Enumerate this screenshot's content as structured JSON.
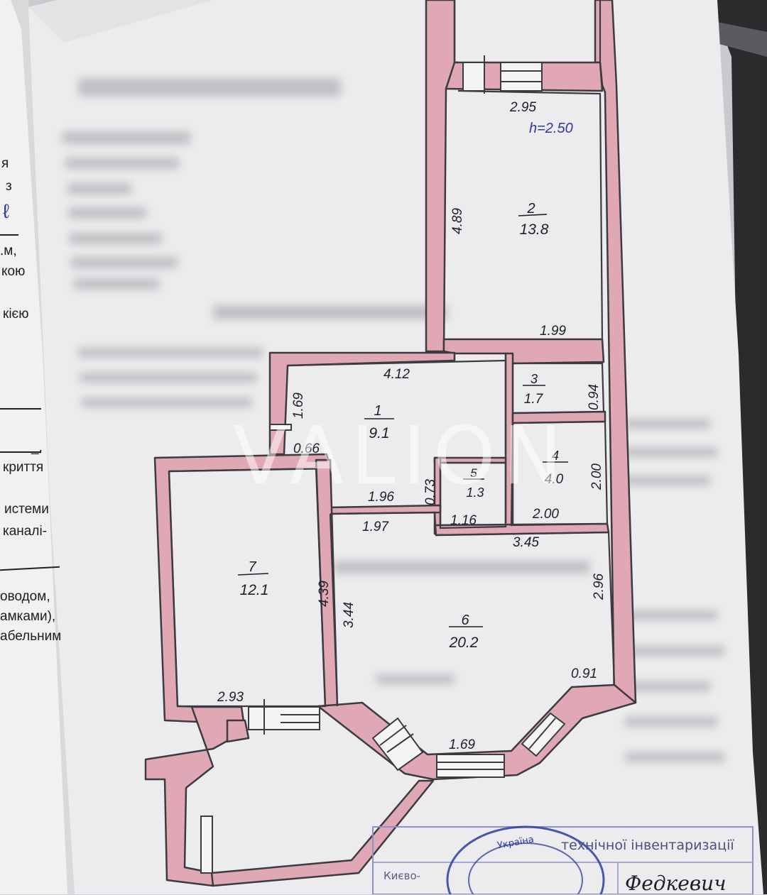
{
  "document": {
    "height_note": "h=2.50",
    "watermark": "VALION"
  },
  "rooms": [
    {
      "id": "1",
      "area": "9.1"
    },
    {
      "id": "2",
      "area": "13.8"
    },
    {
      "id": "3",
      "area": "1.7"
    },
    {
      "id": "4",
      "area": "4.0"
    },
    {
      "id": "5",
      "area": "1.3"
    },
    {
      "id": "6",
      "area": "20.2"
    },
    {
      "id": "7",
      "area": "12.1"
    }
  ],
  "dimensions": {
    "top_width": "2.95",
    "room2_height": "4.89",
    "room2_bottom": "1.99",
    "room1_top": "4.12",
    "room1_left": "1.69",
    "room1_notch": "0.66",
    "room1_bottom": "1.96",
    "room5_left": "0.73",
    "room5_bottom": "1.16",
    "room3_right": "0.94",
    "room4_right": "2.00",
    "room4_bottom": "2.00",
    "room6_top_left": "1.97",
    "room6_top_right": "3.45",
    "room6_left": "3.44",
    "room6_right": "2.96",
    "room6_corner": "0.91",
    "bay_bottom": "1.69",
    "room7_right": "4.39",
    "room7_bottom": "2.93"
  },
  "left_page_fragments": [
    "я",
    "з",
    "ℓ",
    ".м,",
    "кою",
    "кією",
    "_,",
    "криття",
    "истеми",
    "каналі-",
    "оводом,",
    "амками),",
    "абельним"
  ],
  "stamp": {
    "line1": "Україна",
    "line2": "технічної інвентаризації",
    "line3": "Києво-",
    "signature": "Федкевич"
  }
}
